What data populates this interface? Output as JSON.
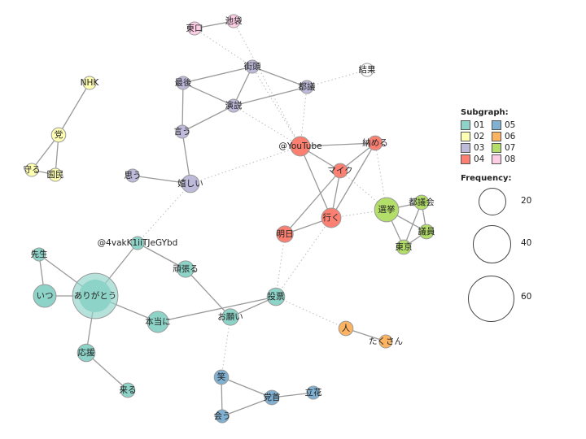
{
  "legend": {
    "subgraph_title": "Subgraph:",
    "groups": [
      {
        "id": "01",
        "color": "#8DD3C7"
      },
      {
        "id": "05",
        "color": "#80B1D3"
      },
      {
        "id": "02",
        "color": "#FFFFB3"
      },
      {
        "id": "06",
        "color": "#FDB462"
      },
      {
        "id": "03",
        "color": "#BEBADA"
      },
      {
        "id": "07",
        "color": "#B3DE69"
      },
      {
        "id": "04",
        "color": "#FB8072"
      },
      {
        "id": "08",
        "color": "#FCCDE5"
      }
    ],
    "frequency_title": "Frequency:",
    "frequency_samples": [
      "20",
      "40",
      "60"
    ]
  },
  "nodes": [
    {
      "label": "東口",
      "group": "08",
      "freq": 5
    },
    {
      "label": "池袋",
      "group": "08",
      "freq": 5
    },
    {
      "label": "街頭",
      "group": "03",
      "freq": 5
    },
    {
      "label": "都議",
      "group": "03",
      "freq": 5
    },
    {
      "label": "結果",
      "group": "none",
      "freq": 5
    },
    {
      "label": "最後",
      "group": "03",
      "freq": 5
    },
    {
      "label": "演説",
      "group": "03",
      "freq": 5
    },
    {
      "label": "言う",
      "group": "03",
      "freq": 5
    },
    {
      "label": "嬉しい",
      "group": "03",
      "freq": 9
    },
    {
      "label": "思う",
      "group": "03",
      "freq": 5
    },
    {
      "label": "@YouTube",
      "group": "04",
      "freq": 11
    },
    {
      "label": "納める",
      "group": "04",
      "freq": 6
    },
    {
      "label": "マイク",
      "group": "04",
      "freq": 6
    },
    {
      "label": "行く",
      "group": "04",
      "freq": 11
    },
    {
      "label": "明日",
      "group": "04",
      "freq": 8
    },
    {
      "label": "選挙",
      "group": "07",
      "freq": 17
    },
    {
      "label": "都議会",
      "group": "07",
      "freq": 6
    },
    {
      "label": "議員",
      "group": "07",
      "freq": 6
    },
    {
      "label": "東京",
      "group": "07",
      "freq": 6
    },
    {
      "label": "NHK",
      "group": "02",
      "freq": 5
    },
    {
      "label": "党",
      "group": "02",
      "freq": 6
    },
    {
      "label": "守る",
      "group": "02",
      "freq": 5
    },
    {
      "label": "国民",
      "group": "02",
      "freq": 5
    },
    {
      "label": "@4vakK1iiTJeGYbd",
      "group": "01",
      "freq": 5
    },
    {
      "label": "先生",
      "group": "01",
      "freq": 5
    },
    {
      "label": "いつ",
      "group": "01",
      "freq": 15
    },
    {
      "label": "ありがとう",
      "group": "01",
      "freq": 60
    },
    {
      "label": "頑張る",
      "group": "01",
      "freq": 8
    },
    {
      "label": "本当に",
      "group": "01",
      "freq": 13
    },
    {
      "label": "投票",
      "group": "01",
      "freq": 9
    },
    {
      "label": "お願い",
      "group": "01",
      "freq": 8
    },
    {
      "label": "応援",
      "group": "01",
      "freq": 9
    },
    {
      "label": "来る",
      "group": "01",
      "freq": 6
    },
    {
      "label": "人",
      "group": "06",
      "freq": 6
    },
    {
      "label": "たくさん",
      "group": "06",
      "freq": 5
    },
    {
      "label": "笑",
      "group": "05",
      "freq": 6
    },
    {
      "label": "党首",
      "group": "05",
      "freq": 6
    },
    {
      "label": "立花",
      "group": "05",
      "freq": 5
    },
    {
      "label": "会う",
      "group": "05",
      "freq": 5
    }
  ],
  "edges": [
    [
      "東口",
      "池袋",
      "solid"
    ],
    [
      "街頭",
      "最後",
      "solid"
    ],
    [
      "街頭",
      "演説",
      "solid"
    ],
    [
      "街頭",
      "都議",
      "solid"
    ],
    [
      "最後",
      "演説",
      "solid"
    ],
    [
      "最後",
      "言う",
      "solid"
    ],
    [
      "演説",
      "言う",
      "solid"
    ],
    [
      "演説",
      "都議",
      "solid"
    ],
    [
      "言う",
      "嬉しい",
      "solid"
    ],
    [
      "思う",
      "嬉しい",
      "solid"
    ],
    [
      "@YouTube",
      "納める",
      "solid"
    ],
    [
      "@YouTube",
      "マイク",
      "solid"
    ],
    [
      "@YouTube",
      "行く",
      "solid"
    ],
    [
      "納める",
      "マイク",
      "solid"
    ],
    [
      "納める",
      "行く",
      "solid"
    ],
    [
      "マイク",
      "行く",
      "solid"
    ],
    [
      "マイク",
      "明日",
      "solid"
    ],
    [
      "明日",
      "行く",
      "solid"
    ],
    [
      "選挙",
      "都議会",
      "solid"
    ],
    [
      "選挙",
      "議員",
      "solid"
    ],
    [
      "選挙",
      "東京",
      "solid"
    ],
    [
      "都議会",
      "議員",
      "solid"
    ],
    [
      "都議会",
      "東京",
      "solid"
    ],
    [
      "議員",
      "東京",
      "solid"
    ],
    [
      "NHK",
      "党",
      "solid"
    ],
    [
      "党",
      "守る",
      "solid"
    ],
    [
      "党",
      "国民",
      "solid"
    ],
    [
      "守る",
      "国民",
      "solid"
    ],
    [
      "先生",
      "いつ",
      "solid"
    ],
    [
      "先生",
      "ありがとう",
      "solid"
    ],
    [
      "いつ",
      "ありがとう",
      "solid"
    ],
    [
      "ありがとう",
      "@4vakK1iiTJeGYbd",
      "solid"
    ],
    [
      "ありがとう",
      "本当に",
      "solid"
    ],
    [
      "ありがとう",
      "応援",
      "solid"
    ],
    [
      "@4vakK1iiTJeGYbd",
      "頑張る",
      "solid"
    ],
    [
      "頑張る",
      "お願い",
      "solid"
    ],
    [
      "本当に",
      "投票",
      "solid"
    ],
    [
      "投票",
      "お願い",
      "solid"
    ],
    [
      "応援",
      "来る",
      "solid"
    ],
    [
      "人",
      "たくさん",
      "solid"
    ],
    [
      "笑",
      "党首",
      "solid"
    ],
    [
      "笑",
      "会う",
      "solid"
    ],
    [
      "会う",
      "党首",
      "solid"
    ],
    [
      "党首",
      "立花",
      "solid"
    ],
    [
      "東口",
      "街頭",
      "dotted"
    ],
    [
      "池袋",
      "@YouTube",
      "dotted"
    ],
    [
      "街頭",
      "@YouTube",
      "dotted"
    ],
    [
      "演説",
      "@YouTube",
      "dotted"
    ],
    [
      "都議",
      "@YouTube",
      "dotted"
    ],
    [
      "都議",
      "結果",
      "dotted"
    ],
    [
      "嬉しい",
      "@YouTube",
      "dotted"
    ],
    [
      "嬉しい",
      "@4vakK1iiTJeGYbd",
      "dotted"
    ],
    [
      "マイク",
      "選挙",
      "dotted"
    ],
    [
      "納める",
      "選挙",
      "dotted"
    ],
    [
      "行く",
      "選挙",
      "dotted"
    ],
    [
      "明日",
      "投票",
      "dotted"
    ],
    [
      "行く",
      "投票",
      "dotted"
    ],
    [
      "投票",
      "人",
      "dotted"
    ],
    [
      "お願い",
      "笑",
      "dotted"
    ]
  ]
}
